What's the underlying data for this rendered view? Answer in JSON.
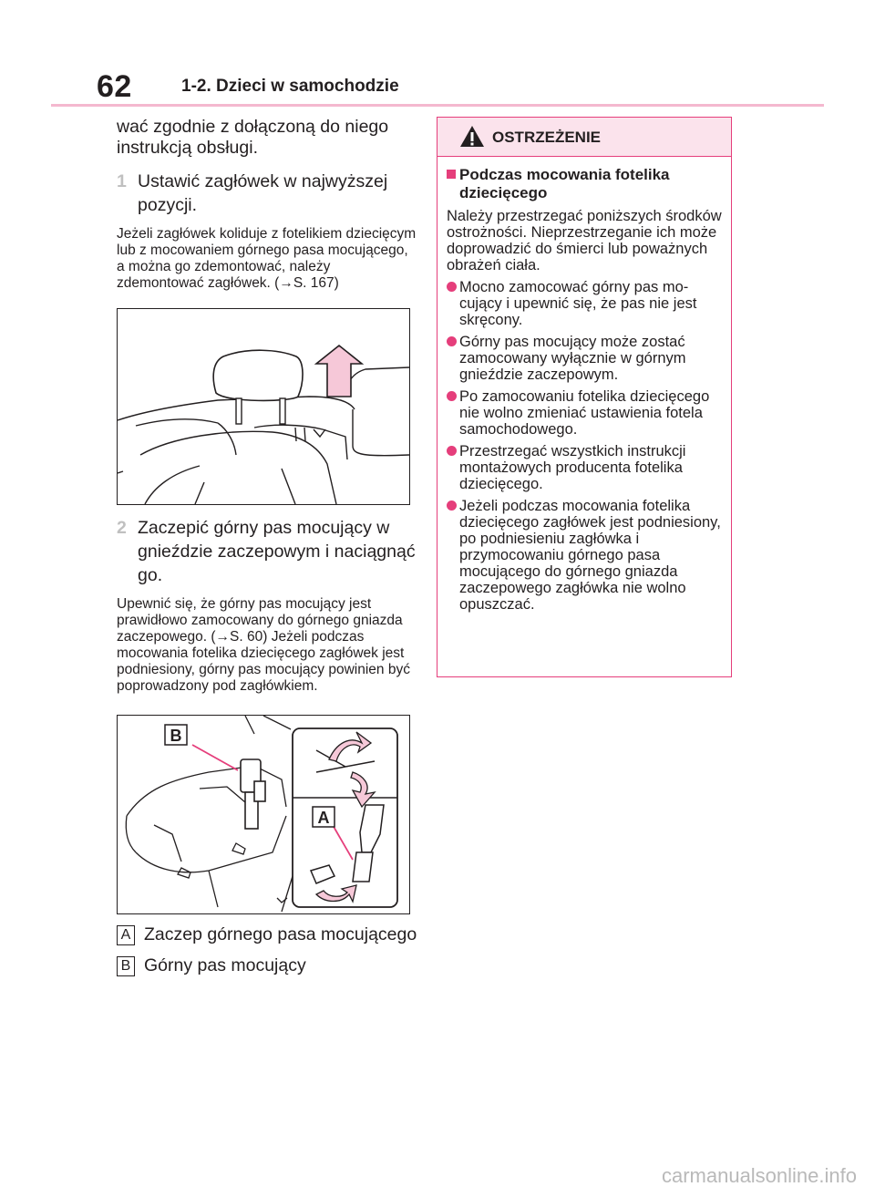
{
  "header": {
    "page_number": "62",
    "section_title": "1-2. Dzieci w samochodzie"
  },
  "left": {
    "intro_text": "wać zgodnie z dołączoną do niego instrukcją obsługi.",
    "step1": {
      "number": "1",
      "text": "Ustawić zagłówek w najwyższej pozycji."
    },
    "step1_note": "Jeżeli zagłówek koliduje z fotelikiem dziecięcym lub z mocowaniem górnego pasa mocującego, a można go zdemon­tować, należy zdemontować zagłówek. (→S. 167)",
    "step2": {
      "number": "2",
      "text": "Zaczepić górny pas mocujący w gnieździe zaczepowym i nacią­gnąć go."
    },
    "step2_note": "Upewnić się, że górny pas mocujący jest prawidłowo zamocowany do górne­go gniazda zaczepowego. (→S. 60) Jeżeli podczas mocowania fotelika dziecięcego zagłówek jest podniesiony, górny pas mocujący powinien być po­prowadzony pod zagłówkiem.",
    "figure2_labels": {
      "a": "A",
      "b": "B"
    },
    "legend": [
      {
        "letter": "A",
        "text": "Zaczep górnego pasa mocują­cego"
      },
      {
        "letter": "B",
        "text": "Górny pas mocujący"
      }
    ]
  },
  "warning": {
    "title": "OSTRZEŻENIE",
    "subtitle": "Podczas mocowania fotelika dziecięcego",
    "intro": "Należy przestrzegać poniższych środ­ków ostrożności. Nieprzestrzeganie ich może doprowa­dzić do śmierci lub poważnych obrażeń ciała.",
    "bullets": [
      "Mocno zamocować górny pas mo­cujący i upewnić się, że pas nie jest skręcony.",
      "Górny pas mocujący może zostać zamocowany wyłącznie w górnym gnieździe zaczepowym.",
      "Po zamocowaniu fotelika dziecięce­go nie wolno zmieniać ustawienia fotela samochodowego.",
      "Przestrzegać wszystkich instrukcji montażowych producenta fotelika dziecięcego.",
      "Jeżeli podczas mocowania fotelika dziecięcego zagłówek jest podnie­siony, po podniesieniu zagłówka i przymocowaniu górnego pasa mocującego do górnego gniazda zaczepowego zagłówka nie wolno opuszczać."
    ]
  },
  "watermark": "carmanualsonline.info",
  "colors": {
    "accent": "#e53e7b",
    "header_rule": "#f4b8cf",
    "warn_fill": "#fbe3ec",
    "arrow_fill": "#f6c8d8"
  }
}
